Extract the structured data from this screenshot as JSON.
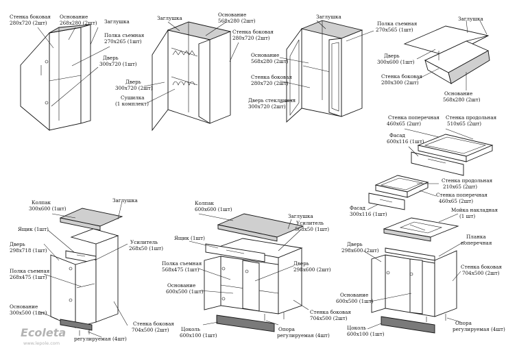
{
  "units": {
    "u1": {
      "side_wall": [
        "Стенка боковая",
        "280х720 (2шт)"
      ],
      "base": [
        "Основание",
        "268х280 (2шт)"
      ],
      "plug": [
        "Заглушка"
      ],
      "shelf": [
        "Полка съемная",
        "270х265 (1шт)"
      ],
      "door": [
        "Дверь",
        "300х720 (1шт)"
      ]
    },
    "u2": {
      "plug": [
        "Заглушка"
      ],
      "base": [
        "Основание",
        "568х280 (2шт)"
      ],
      "side_wall": [
        "Стенка боковая",
        "280х720 (2шт)"
      ],
      "door": [
        "Дверь",
        "300х720 (2шт)"
      ],
      "dryer": [
        "Сушилка",
        "(1 комплект)"
      ]
    },
    "u3": {
      "plug": [
        "Заглушка"
      ],
      "shelf": [
        "Полка съемная",
        "270х565 (1шт)"
      ],
      "base": [
        "Основание",
        "568х280 (2шт)"
      ],
      "side_wall": [
        "Стенка боковая",
        "280х720 (2шт)"
      ],
      "glass_door": [
        "Дверь стеклянная",
        "300х720 (2шт)"
      ]
    },
    "u4": {
      "plug": [
        "Заглушка"
      ],
      "door": [
        "Дверь",
        "300х600 (1шт)"
      ],
      "side_wall": [
        "Стенка боковая",
        "280х300 (2шт)"
      ],
      "base": [
        "Основание",
        "568х280 (2шт)"
      ]
    },
    "drawer_big": {
      "cross_wall": [
        "Стенка поперечная",
        "460х65 (2шт)"
      ],
      "long_wall": [
        "Стенка продольная",
        "510х65 (2шт)"
      ],
      "facade": [
        "Фасад",
        "600х116 (1шт)"
      ]
    },
    "drawer_small": {
      "long_wall": [
        "Стенка продольная",
        "210х65 (2шт)"
      ],
      "cross_wall": [
        "Стенка поперечная",
        "460х65 (2шт)"
      ],
      "facade": [
        "Фасад",
        "300х116 (1шт)"
      ]
    },
    "u5": {
      "top": [
        "Колпак",
        "300х600 (1шт)"
      ],
      "plug": [
        "Заглушка"
      ],
      "drawer": [
        "Ящик (1шт)"
      ],
      "door": [
        "Дверь",
        "298х718 (1шт)"
      ],
      "amplifier": [
        "Усилитель",
        "268х50 (1шт)"
      ],
      "shelf": [
        "Полка съемная",
        "268х475 (1шт)"
      ],
      "base": [
        "Основание",
        "300х500 (1шт)"
      ],
      "side_wall": [
        "Стенка боковая",
        "704х500 (2шт)"
      ],
      "support": [
        "регулируемая (4шт)"
      ]
    },
    "u6": {
      "top": [
        "Колпак",
        "600х600 (1шт)"
      ],
      "plug": [
        "Заглушка"
      ],
      "amplifier": [
        "Усилитель",
        "568х50 (1шт)"
      ],
      "drawer": [
        "Ящик (1шт)"
      ],
      "shelf": [
        "Полка съемная",
        "568х475 (1шт)"
      ],
      "door": [
        "Дверь",
        "298х600 (2шт)"
      ],
      "base": [
        "Основание",
        "600х500 (1шт)"
      ],
      "side_wall": [
        "Стенка боковая",
        "704х500 (2шт)"
      ],
      "plinth": [
        "Цоколь",
        "600х100 (1шт)"
      ],
      "support": [
        "Опора",
        "регулируемая (4шт)"
      ]
    },
    "u7": {
      "sink": [
        "Мойка накладная",
        "(1 шт)"
      ],
      "cross_bar": [
        "Планка",
        "поперечная"
      ],
      "door": [
        "Дверь",
        "298х600 (2шт)"
      ],
      "side_wall": [
        "Стенка боковая",
        "704х500 (2шт)"
      ],
      "base": [
        "Основание",
        "600х500 (1шт)"
      ],
      "plinth": [
        "Цоколь",
        "600х100 (1шт)"
      ],
      "support": [
        "Опора",
        "регулируемая (4шт)"
      ]
    }
  },
  "watermark": {
    "logo": "Ecoleta",
    "url": "www.lepole.com"
  }
}
